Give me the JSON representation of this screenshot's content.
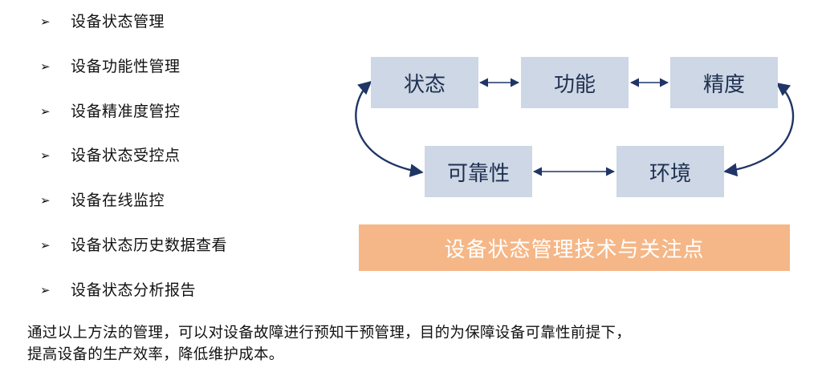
{
  "bullets": {
    "marker": "➢",
    "items": [
      "设备状态管理",
      "设备功能性管理",
      "设备精准度管控",
      "设备状态受控点",
      "设备在线监控",
      "设备状态历史数据查看",
      "设备状态分析报告"
    ]
  },
  "diagram": {
    "boxes": {
      "state": "状态",
      "function": "功能",
      "precision": "精度",
      "reliability": "可靠性",
      "environment": "环境"
    },
    "banner": "设备状态管理技术与关注点"
  },
  "summary": {
    "line1": "通过以上方法的管理，可以对设备故障进行预知干预管理，目的为保障设备可靠性前提下，",
    "line2": "提高设备的生产效率，降低维护成本。"
  },
  "colors": {
    "box_fill": "#cdd7e5",
    "box_text": "#1f3050",
    "arrow": "#1f3566",
    "banner_fill": "#f5b787",
    "banner_text": "#ffffff"
  }
}
